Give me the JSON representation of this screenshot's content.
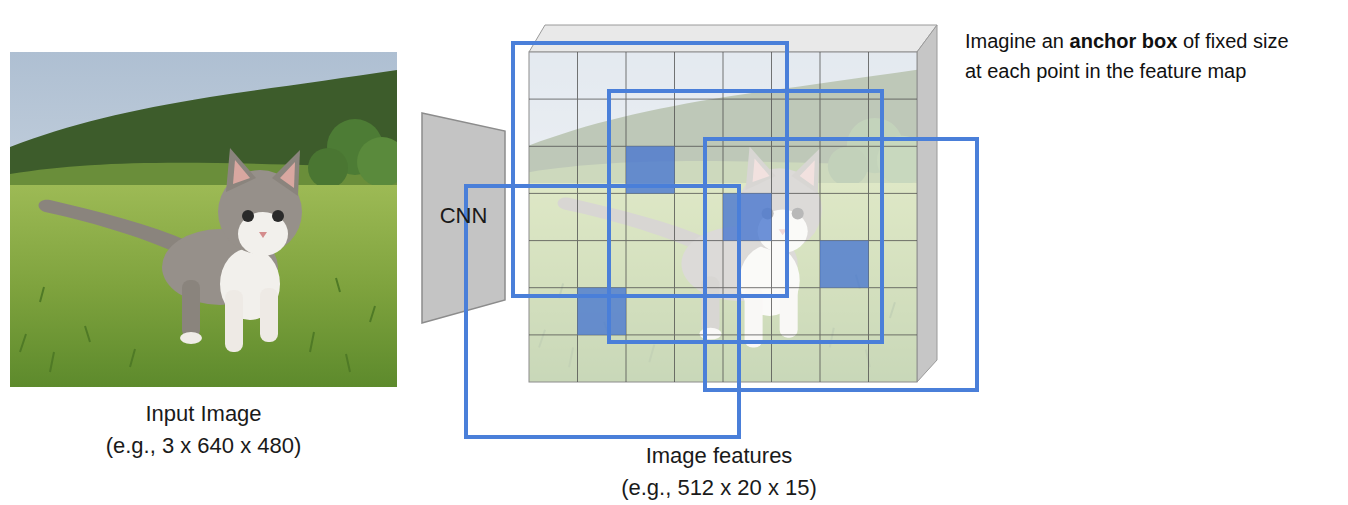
{
  "diagram": {
    "nodes": [
      {
        "text": [
          "Input Image",
          "(e.g., 3 x 640 x 480)"
        ]
      },
      {
        "text": [
          "CNN"
        ]
      },
      {
        "text": [
          "Image features",
          "(e.g., 512 x 20 x 15)"
        ]
      }
    ],
    "labels": [
      "Imagine an",
      "anchor box",
      "of fixed size",
      "at each point in the feature map"
    ]
  }
}
